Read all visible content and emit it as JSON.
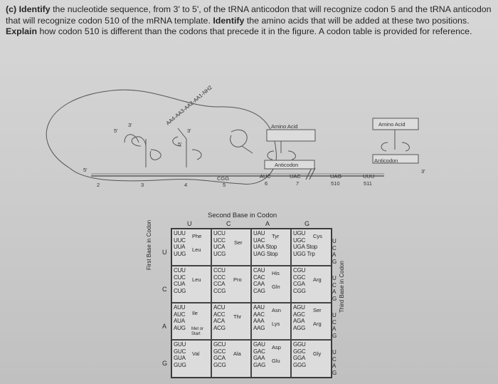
{
  "question": {
    "part": "(c)",
    "w1": "Identify",
    "t1": " the nucleotide sequence, from 3' to 5', of the tRNA anticodon that will recognize codon 5 and the tRNA anticodon that will recognize codon 510 of the mRNA template. ",
    "w2": "Identify",
    "t2": " the amino acids that will be added at these two positions. ",
    "w3": "Explain",
    "t3": " how codon 510 is different than the codons that precede it in the figure. A codon table is provided for reference."
  },
  "figure": {
    "chain": "AA4-AA3-AA2-AA1-NH2",
    "amino_acid_label": "Amino Acid",
    "anticodon_label": "Anticodon",
    "five_prime": "5'",
    "three_prime": "3'",
    "codons": [
      {
        "seq": "",
        "num": "2"
      },
      {
        "seq": "",
        "num": "3"
      },
      {
        "seq": "",
        "num": "4"
      },
      {
        "seq": "CGG",
        "num": "5"
      },
      {
        "seq": "AUC",
        "num": "6"
      },
      {
        "seq": "UAC",
        "num": "7"
      },
      {
        "seq": "UAG",
        "num": "510"
      },
      {
        "seq": "UUU",
        "num": "511"
      }
    ]
  },
  "codon_table": {
    "title": "Second Base in Codon",
    "second_bases": [
      "U",
      "C",
      "A",
      "G"
    ],
    "first_bases": [
      "U",
      "C",
      "A",
      "G"
    ],
    "third_bases": [
      "U",
      "C",
      "A",
      "G"
    ],
    "first_label": "First Base in Codon",
    "third_label": "Third Base in Codon",
    "cells": {
      "UU": "UUU\nUUC\nUUA\nUUG",
      "UC": "UCU\nUCC\nUCA\nUCG",
      "UA": "UAU\nUAC\nUAA Stop\nUAG Stop",
      "UG": "UGU\nUGC\nUGA Stop\nUGG Trp",
      "CU": "CUU\nCUC\nCUA\nCUG",
      "CC": "CCU\nCCC\nCCA\nCCG",
      "CA": "CAU\nCAC\nCAA\nCAG",
      "CG": "CGU\nCGC\nCGA\nCGG",
      "AU": "AUU\nAUC\nAUA\nAUG",
      "AC": "ACU\nACC\nACA\nACG",
      "AA": "AAU\nAAC\nAAA\nAAG",
      "AG": "AGU\nAGC\nAGA\nAGG",
      "GU": "GUU\nGUC\nGUA\nGUG",
      "GC": "GCU\nGCC\nGCA\nGCG",
      "GA": "GAU\nGAC\nGAA\nGAG",
      "GG": "GGU\nGGC\nGGA\nGGG"
    },
    "amino_acids": {
      "phe": "Phe",
      "leu1": "Leu",
      "ser1": "Ser",
      "tyr": "Tyr",
      "cys": "Cys",
      "leu2": "Leu",
      "pro": "Pro",
      "his": "His",
      "gln": "Gln",
      "arg1": "Arg",
      "ile": "Ile",
      "met": "Met or Start",
      "thr": "Thr",
      "asn": "Asn",
      "lys": "Lys",
      "ser2": "Ser",
      "arg2": "Arg",
      "val": "Val",
      "ala": "Ala",
      "asp": "Asp",
      "glu": "Glu",
      "gly": "Gly"
    }
  }
}
